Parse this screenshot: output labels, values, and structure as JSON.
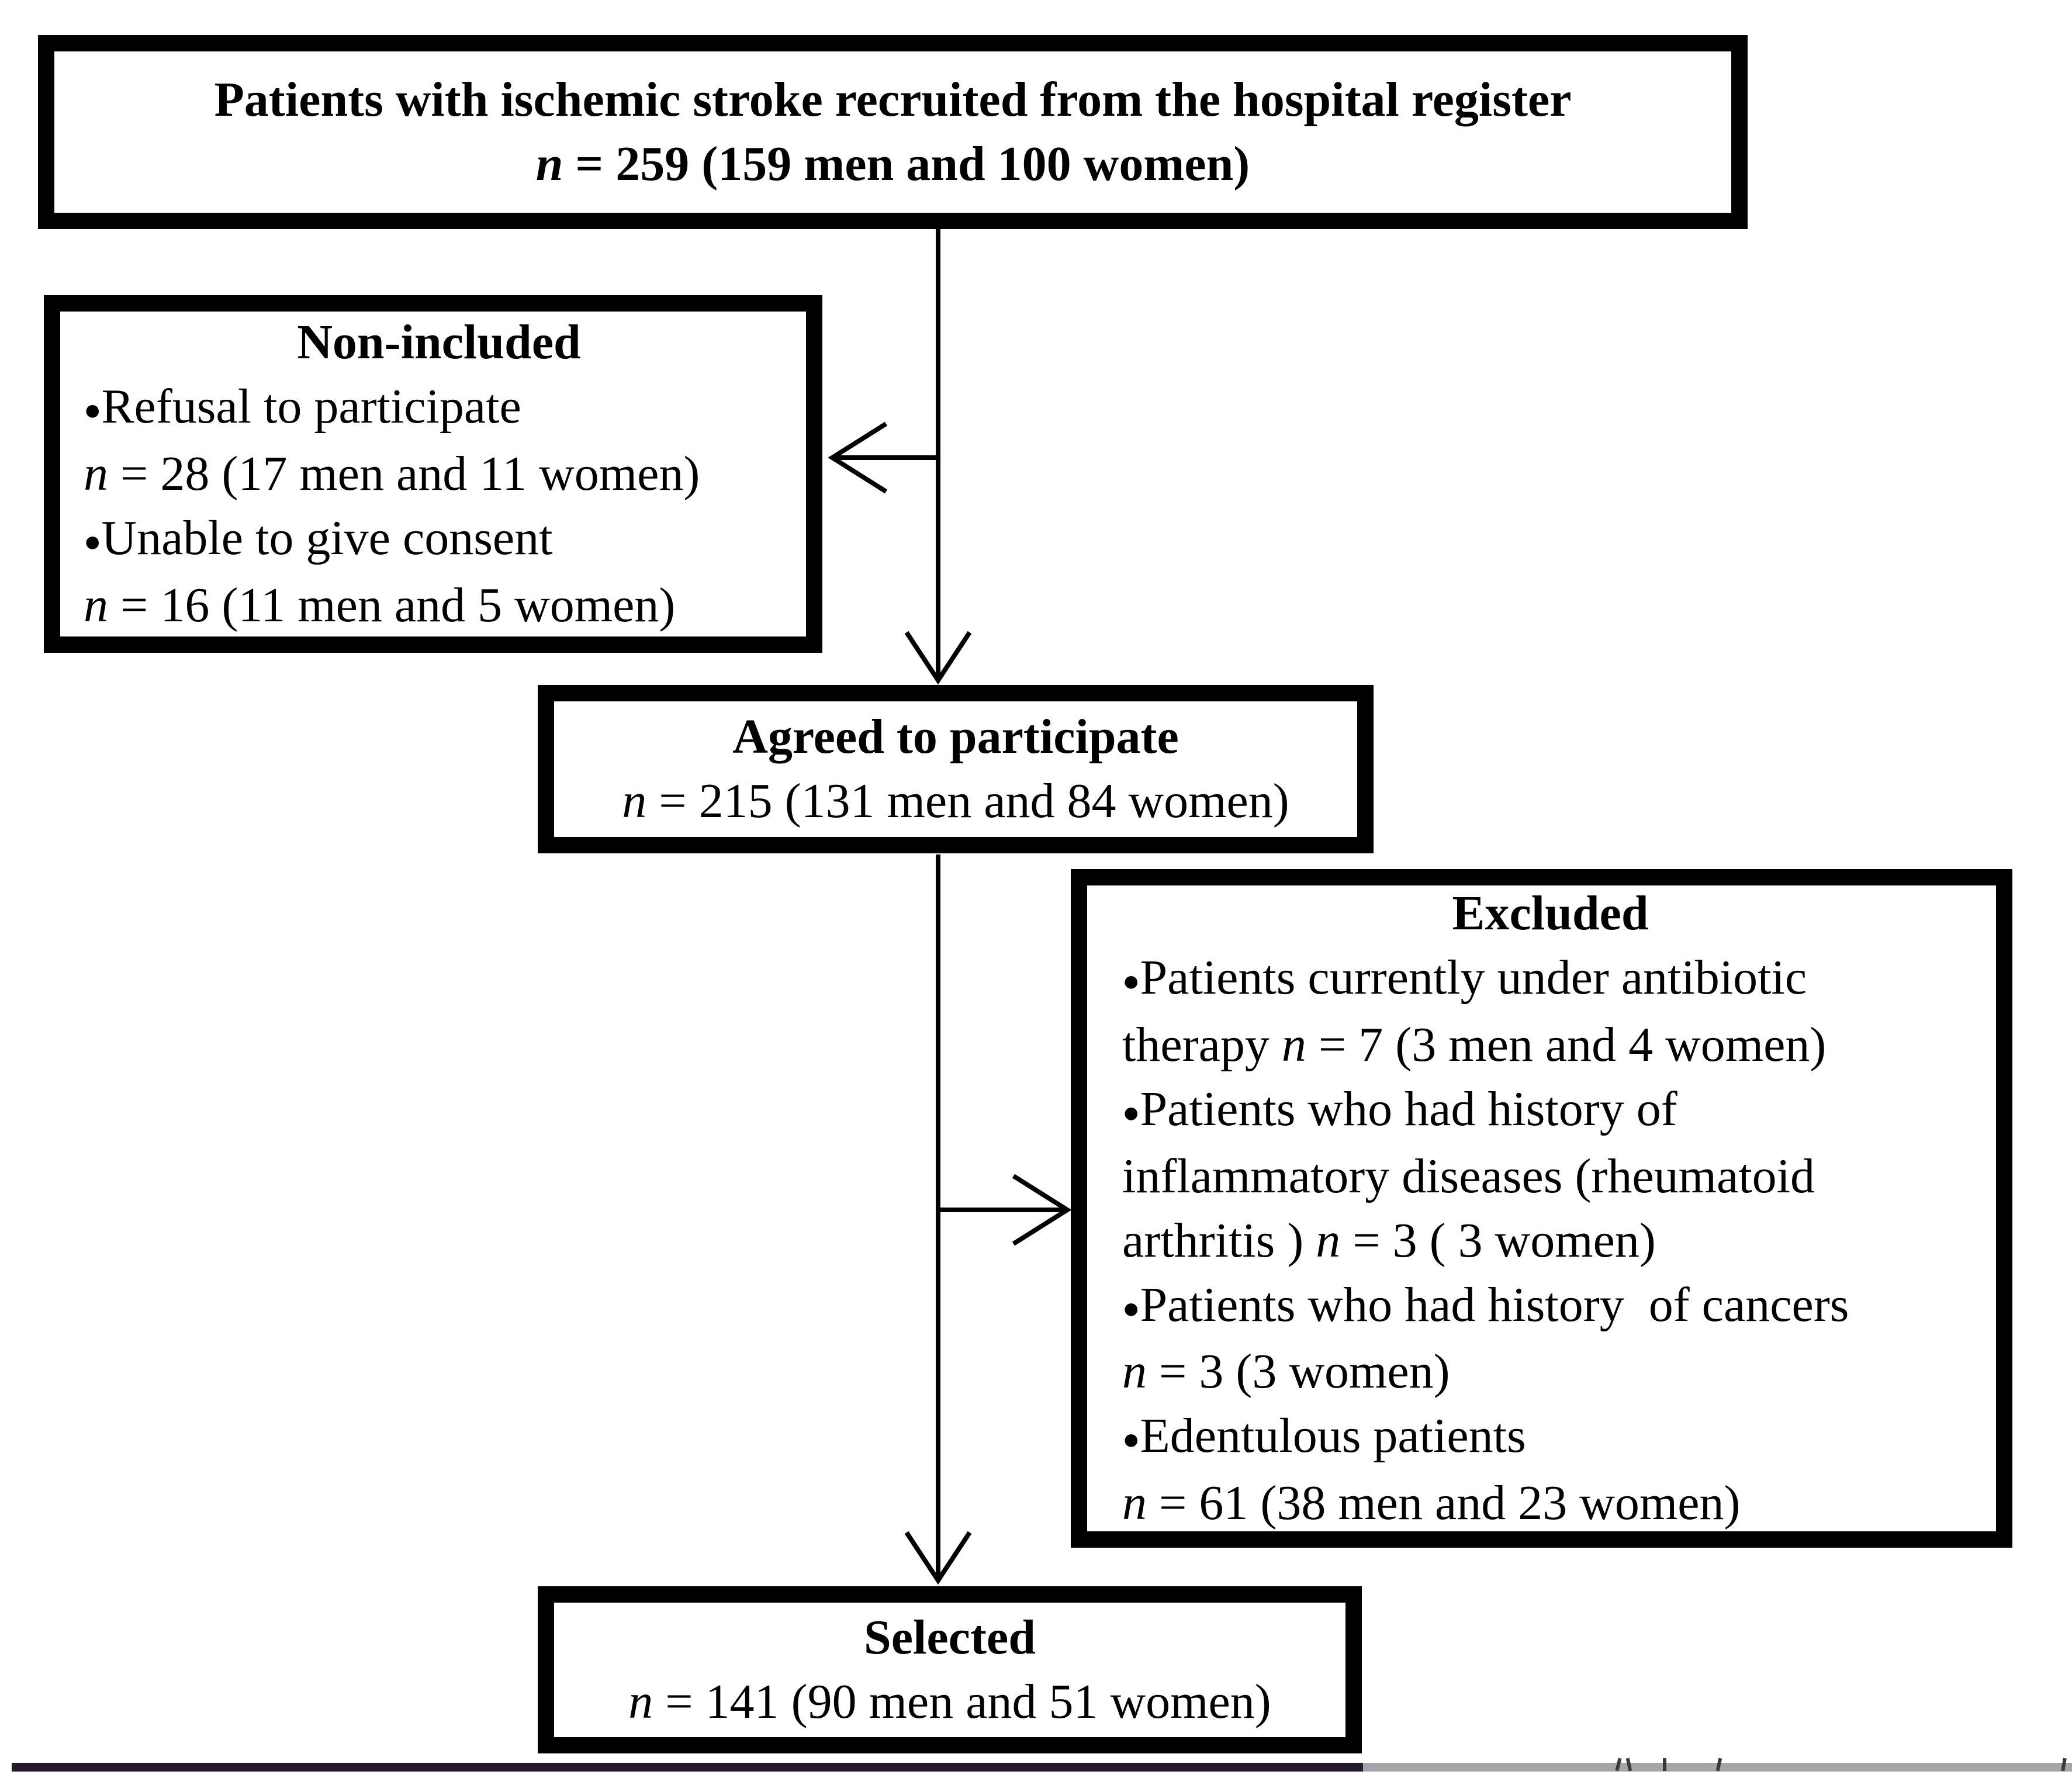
{
  "figure": {
    "boxes": [
      {
        "id": "recruited",
        "lines": [
          {
            "align": "center",
            "runs": [
              {
                "t": "Patients with ischemic stroke recruited from the hospital register",
                "b": true
              }
            ]
          },
          {
            "align": "center",
            "runs": [
              {
                "t": "n",
                "b": true,
                "i": true
              },
              {
                "t": " = 259 (159 men and 100 women)",
                "b": true
              }
            ]
          }
        ]
      },
      {
        "id": "non_included",
        "lines": [
          {
            "align": "center",
            "runs": [
              {
                "t": "Non-included",
                "b": true
              }
            ]
          },
          {
            "runs": [
              {
                "t": "●",
                "c": "bullet"
              },
              {
                "t": "Refusal to participate"
              }
            ]
          },
          {
            "runs": [
              {
                "t": "n",
                "i": true
              },
              {
                "t": " = 28 (17 men and 11 women)"
              }
            ]
          },
          {
            "runs": [
              {
                "t": "●",
                "c": "bullet"
              },
              {
                "t": "Unable to give consent"
              }
            ]
          },
          {
            "runs": [
              {
                "t": "n",
                "i": true
              },
              {
                "t": " = 16 (11 men and 5 women)"
              }
            ]
          }
        ]
      },
      {
        "id": "agreed",
        "lines": [
          {
            "align": "center",
            "runs": [
              {
                "t": "Agreed to participate",
                "b": true
              }
            ]
          },
          {
            "align": "center",
            "runs": [
              {
                "t": "n",
                "i": true
              },
              {
                "t": " = 215 (131 men and 84 women)"
              }
            ]
          }
        ]
      },
      {
        "id": "excluded",
        "lines": [
          {
            "align": "center",
            "runs": [
              {
                "t": "Excluded",
                "b": true
              }
            ]
          },
          {
            "runs": [
              {
                "t": "●",
                "c": "bullet"
              },
              {
                "t": "Patients currently under antibiotic"
              }
            ]
          },
          {
            "runs": [
              {
                "t": "therapy "
              },
              {
                "t": "n",
                "i": true
              },
              {
                "t": " = 7 (3 men and 4 women)"
              }
            ]
          },
          {
            "runs": [
              {
                "t": "●",
                "c": "bullet"
              },
              {
                "t": "Patients who had history of"
              }
            ]
          },
          {
            "runs": [
              {
                "t": "inflammatory diseases (rheumatoid"
              }
            ]
          },
          {
            "runs": [
              {
                "t": "arthritis ) "
              },
              {
                "t": "n",
                "i": true
              },
              {
                "t": " = 3 ( 3 women)"
              }
            ]
          },
          {
            "runs": [
              {
                "t": "●",
                "c": "bullet"
              },
              {
                "t": "Patients who had history  of cancers"
              }
            ]
          },
          {
            "runs": [
              {
                "t": "n",
                "i": true
              },
              {
                "t": " = 3 (3 women)"
              }
            ]
          },
          {
            "runs": [
              {
                "t": "●",
                "c": "bullet"
              },
              {
                "t": "Edentulous patients"
              }
            ]
          },
          {
            "runs": [
              {
                "t": "n",
                "i": true
              },
              {
                "t": " = 61 (38 men and 23 women)"
              }
            ]
          }
        ]
      },
      {
        "id": "selected",
        "lines": [
          {
            "align": "center",
            "runs": [
              {
                "t": "Selected",
                "b": true
              }
            ]
          },
          {
            "align": "center",
            "runs": [
              {
                "t": "n",
                "i": true
              },
              {
                "t": " = 141 (90 men and 51 women)"
              }
            ]
          }
        ]
      }
    ],
    "footer": {
      "purple_bar_color": "#241a2e",
      "gray_bar_color": "#a7a4a7",
      "edge_mark_color": "#3a3a3a"
    }
  }
}
